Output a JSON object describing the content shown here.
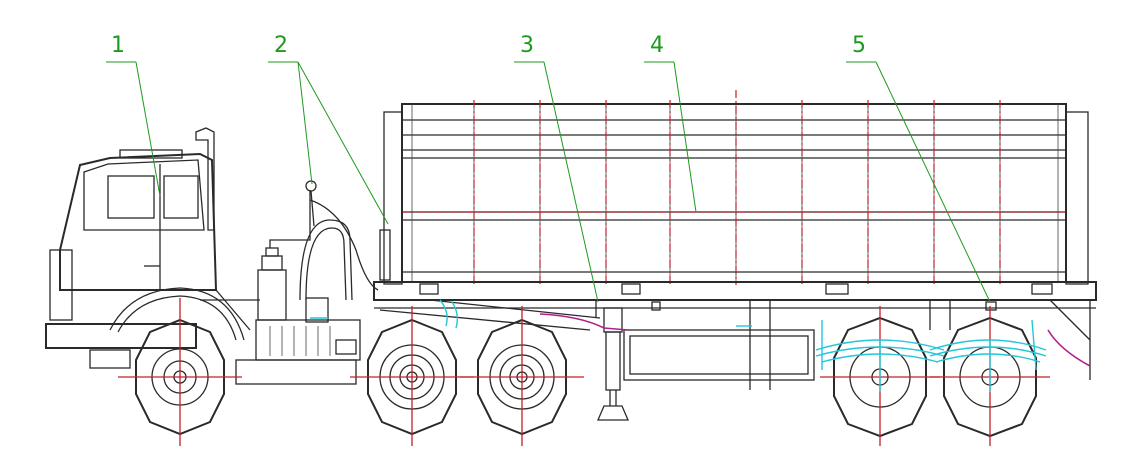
{
  "diagram": {
    "callouts": [
      {
        "id": "1",
        "label": "1"
      },
      {
        "id": "2",
        "label": "2"
      },
      {
        "id": "3",
        "label": "3"
      },
      {
        "id": "4",
        "label": "4"
      },
      {
        "id": "5",
        "label": "5"
      }
    ],
    "colors": {
      "line": "#2a2a2a",
      "centerline": "#c0202a",
      "leader": "#1e9a1e",
      "suspension": "#22c7d8",
      "hydraulic": "#b0208a"
    },
    "icons": [
      "truck-cab",
      "trailer-body",
      "wheel",
      "landing-leg",
      "spring-suspension"
    ]
  }
}
